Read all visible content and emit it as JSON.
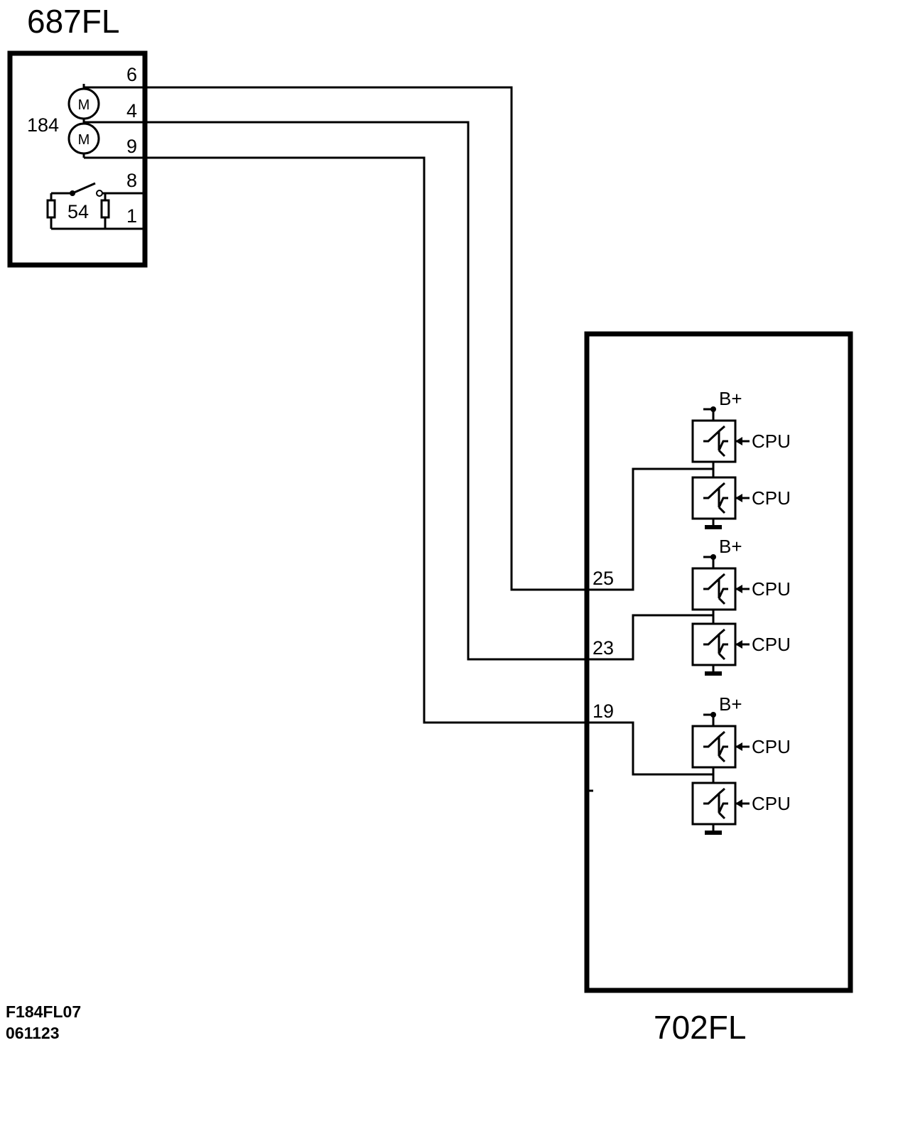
{
  "diagram": {
    "connector_left": {
      "name": "687FL"
    },
    "connector_right": {
      "name": "702FL"
    },
    "motor": {
      "id": "184",
      "symbol": "M"
    },
    "switch": {
      "id": "54"
    },
    "left_pins": [
      "6",
      "4",
      "9",
      "8",
      "1"
    ],
    "right_pins": [
      "25",
      "23",
      "19"
    ],
    "supply_label": "B+",
    "cpu_label": "CPU",
    "footer": {
      "code": "F184FL07",
      "date": "061123"
    },
    "colors": {
      "line": "#000000",
      "background": "#ffffff"
    }
  }
}
